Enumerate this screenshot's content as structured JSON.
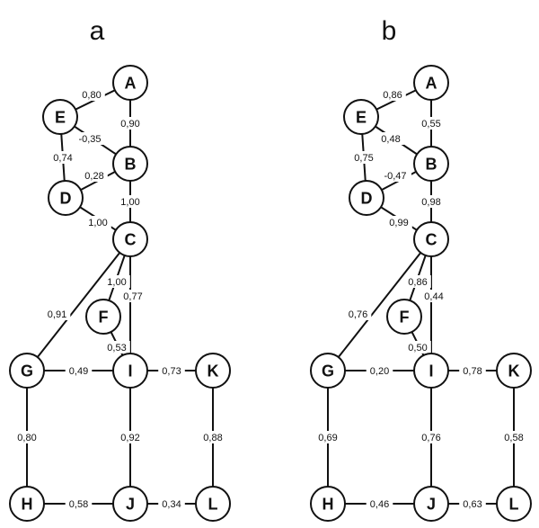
{
  "panels": [
    {
      "id": "a",
      "label": "a",
      "nodes": [
        "A",
        "B",
        "C",
        "D",
        "E",
        "F",
        "G",
        "H",
        "I",
        "J",
        "K",
        "L"
      ],
      "edges": [
        {
          "from": "A",
          "to": "E",
          "weight": "0,80"
        },
        {
          "from": "A",
          "to": "B",
          "weight": "0,90"
        },
        {
          "from": "E",
          "to": "B",
          "weight": "-0,35"
        },
        {
          "from": "E",
          "to": "D",
          "weight": "0,74"
        },
        {
          "from": "B",
          "to": "D",
          "weight": "0,28"
        },
        {
          "from": "B",
          "to": "C",
          "weight": "1,00"
        },
        {
          "from": "D",
          "to": "C",
          "weight": "1,00"
        },
        {
          "from": "C",
          "to": "F",
          "weight": "1,00"
        },
        {
          "from": "C",
          "to": "I",
          "weight": "0,77"
        },
        {
          "from": "C",
          "to": "G",
          "weight": "0,91"
        },
        {
          "from": "F",
          "to": "I",
          "weight": "0,53"
        },
        {
          "from": "G",
          "to": "I",
          "weight": "0,49"
        },
        {
          "from": "I",
          "to": "K",
          "weight": "0,73"
        },
        {
          "from": "G",
          "to": "H",
          "weight": "0,80"
        },
        {
          "from": "I",
          "to": "J",
          "weight": "0,92"
        },
        {
          "from": "K",
          "to": "L",
          "weight": "0,88"
        },
        {
          "from": "H",
          "to": "J",
          "weight": "0,58"
        },
        {
          "from": "J",
          "to": "L",
          "weight": "0,34"
        }
      ]
    },
    {
      "id": "b",
      "label": "b",
      "nodes": [
        "A",
        "B",
        "C",
        "D",
        "E",
        "F",
        "G",
        "H",
        "I",
        "J",
        "K",
        "L"
      ],
      "edges": [
        {
          "from": "A",
          "to": "E",
          "weight": "0,86"
        },
        {
          "from": "A",
          "to": "B",
          "weight": "0,55"
        },
        {
          "from": "E",
          "to": "B",
          "weight": "0,48"
        },
        {
          "from": "E",
          "to": "D",
          "weight": "0,75"
        },
        {
          "from": "B",
          "to": "D",
          "weight": "-0,47"
        },
        {
          "from": "B",
          "to": "C",
          "weight": "0,98"
        },
        {
          "from": "D",
          "to": "C",
          "weight": "0,99"
        },
        {
          "from": "C",
          "to": "F",
          "weight": "0,86"
        },
        {
          "from": "C",
          "to": "I",
          "weight": "0,44"
        },
        {
          "from": "C",
          "to": "G",
          "weight": "0,76"
        },
        {
          "from": "F",
          "to": "I",
          "weight": "0,50"
        },
        {
          "from": "G",
          "to": "I",
          "weight": "0,20"
        },
        {
          "from": "I",
          "to": "K",
          "weight": "0,78"
        },
        {
          "from": "G",
          "to": "H",
          "weight": "0,69"
        },
        {
          "from": "I",
          "to": "J",
          "weight": "0,76"
        },
        {
          "from": "K",
          "to": "L",
          "weight": "0,58"
        },
        {
          "from": "H",
          "to": "J",
          "weight": "0,46"
        },
        {
          "from": "J",
          "to": "L",
          "weight": "0,63"
        }
      ]
    }
  ]
}
